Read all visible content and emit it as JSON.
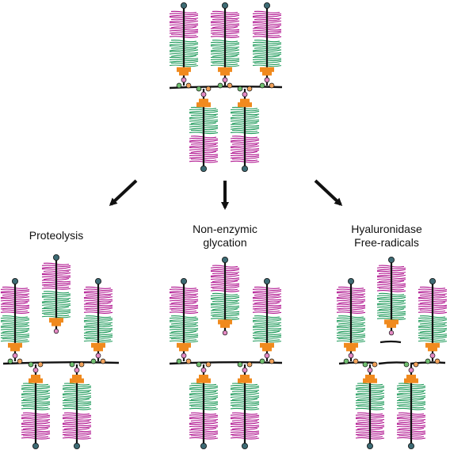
{
  "colors": {
    "gag_magenta": "#b0148f",
    "gag_green": "#1e9a5a",
    "link_protein": "#f08a1e",
    "core_protein": "#111111",
    "terminal_bead": "#3d6b74",
    "junction_pink": "#e58ac4",
    "junction_green": "#6fbf6f",
    "junction_orange": "#f2a25a"
  },
  "icons": [
    "arrow-down-left-icon",
    "arrow-down-icon",
    "arrow-down-right-icon"
  ],
  "pathways": [
    {
      "id": "proteolysis",
      "lines": [
        "Proteolysis"
      ]
    },
    {
      "id": "glycation",
      "lines": [
        "Non-enzymic",
        "glycation"
      ]
    },
    {
      "id": "hyaluronidase",
      "lines": [
        "Hyaluronidase",
        "Free-radicals"
      ]
    }
  ]
}
